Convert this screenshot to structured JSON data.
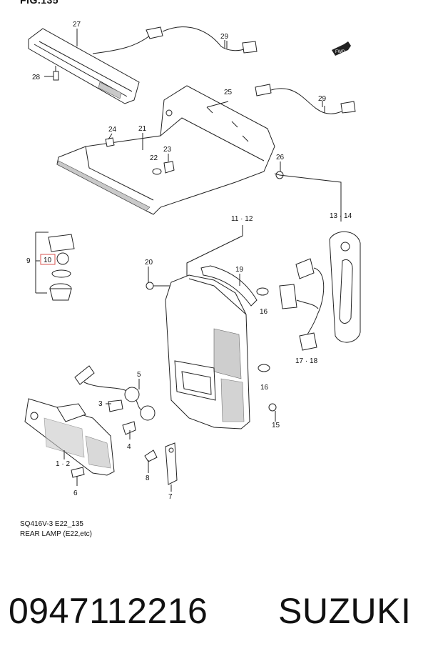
{
  "figure": {
    "title": "FIG.135",
    "caption_code": "SQ416V-3 E22_135",
    "caption_name": "REAR LAMP (E22,etc)"
  },
  "callouts": {
    "c27": "27",
    "c28": "28",
    "c29a": "29",
    "c29b": "29",
    "fwd": "FWD",
    "c25": "25",
    "c24": "24",
    "c21": "21",
    "c22": "22",
    "c23": "23",
    "c26": "26",
    "c11_12": "11 · 12",
    "c13_14": "13 · 14",
    "c9": "9",
    "c10": "10",
    "c20": "20",
    "c19": "19",
    "c16a": "16",
    "c16b": "16",
    "c17_18": "17 · 18",
    "c15": "15",
    "c5": "5",
    "c3": "3",
    "c4": "4",
    "c1_2": "1 · 2",
    "c8": "8",
    "c6": "6",
    "c7": "7"
  },
  "footer": {
    "part_number": "0947112216",
    "brand": "SUZUKI"
  },
  "colors": {
    "highlight": "#d9534f",
    "line": "#222222"
  }
}
